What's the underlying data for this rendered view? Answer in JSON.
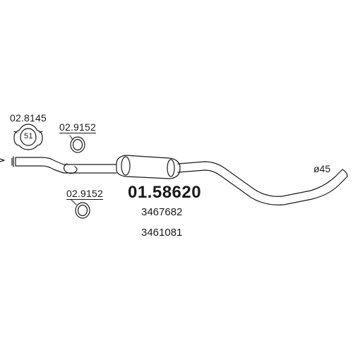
{
  "diagram": {
    "main_part_number": "01.58620",
    "oe_numbers": [
      "3467682",
      "3461081"
    ],
    "clamp": {
      "part_number": "02.8145",
      "size": "51",
      "icon": "exhaust-clamp-icon"
    },
    "gaskets": [
      {
        "part_number": "02.9152",
        "icon": "gasket-ring-icon"
      },
      {
        "part_number": "02.9152",
        "icon": "gasket-ring-icon"
      }
    ],
    "outlet_diameter": "ø45",
    "pipe_icon": "exhaust-middle-pipe-icon",
    "line_color": "#1a1a1a"
  }
}
